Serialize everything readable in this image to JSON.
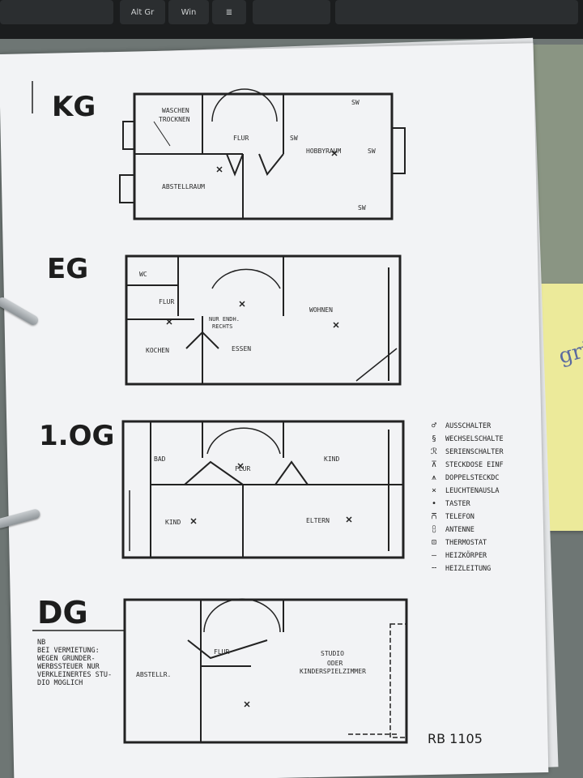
{
  "keyboard": {
    "keys": [
      "Alt Gr",
      "Win",
      "≣"
    ]
  },
  "sticky": {
    "scribble": "grü"
  },
  "document": {
    "floors": [
      {
        "id": "kg",
        "title": "KG",
        "rooms": [
          "WASCHEN",
          "TROCKNEN",
          "FLUR",
          "HOBBYRAUM",
          "ABSTELLRAUM"
        ],
        "marks": [
          "SW",
          "SW",
          "SW",
          "SW"
        ]
      },
      {
        "id": "eg",
        "title": "EG",
        "rooms": [
          "WC",
          "FLUR",
          "NUR ENDH.",
          "RECHTS",
          "WOHNEN",
          "KOCHEN",
          "ESSEN"
        ]
      },
      {
        "id": "og1",
        "title": "1.OG",
        "rooms": [
          "BAD",
          "FLUR",
          "KIND",
          "KIND",
          "ELTERN"
        ]
      },
      {
        "id": "dg",
        "title": "DG",
        "rooms": [
          "FLUR",
          "STUDIO",
          "ODER",
          "KINDERSPIELZIMMER",
          "ABSTELLR."
        ]
      }
    ],
    "legend": [
      {
        "symbol": "♂",
        "label": "AUSSCHALTER"
      },
      {
        "symbol": "§",
        "label": "WECHSELSCHALTE"
      },
      {
        "symbol": "ℛ",
        "label": "SERIENSCHALTER"
      },
      {
        "symbol": "⊼",
        "label": "STECKDOSE EINF"
      },
      {
        "symbol": "⩚",
        "label": "DOPPELSTECKDC"
      },
      {
        "symbol": "×",
        "label": "LEUCHTENAUSLA"
      },
      {
        "symbol": "•",
        "label": "TASTER"
      },
      {
        "symbol": "⩃",
        "label": "TELEFON"
      },
      {
        "symbol": "⩉",
        "label": "ANTENNE"
      },
      {
        "symbol": "⊡",
        "label": "THERMOSTAT"
      },
      {
        "symbol": "—",
        "label": "HEIZKÖRPER"
      },
      {
        "symbol": "╌",
        "label": "HEIZLEITUNG"
      }
    ],
    "note": [
      "NB",
      "BEI VERMIETUNG:",
      "WEGEN GRUNDER-",
      "WERBSSTEUER NUR",
      "VERKLEINERTES STU-",
      "DIO MOGLICH"
    ],
    "code": "RB 1105"
  }
}
